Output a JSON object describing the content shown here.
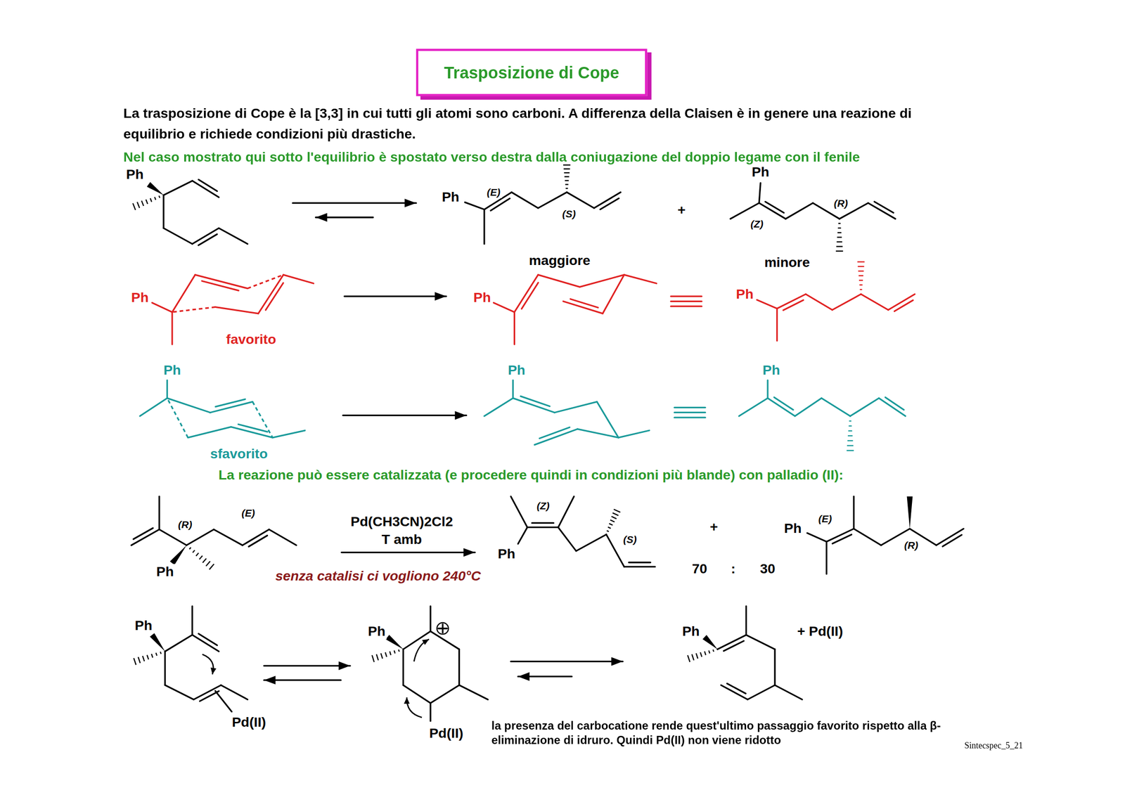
{
  "diagram": {
    "title": "Trasposizione di Cope",
    "labels": [
      "La trasposizione di Cope è la [3,3] in cui tutti gli atomi sono carboni. A differenza della Claisen è in genere una reazione di equilibrio e richiede condizioni più drastiche.",
      "Nel caso mostrato qui sotto l'equilibrio è spostato verso destra dalla coniugazione del doppio legame con il fenile",
      "Ph",
      "Ph",
      "(E)",
      "(S)",
      "+",
      "Ph",
      "(R)",
      "(Z)",
      "maggiore",
      "minore",
      "Ph",
      "favorito",
      "Ph",
      "Ph",
      "Ph",
      "sfavorito",
      "Ph",
      "Ph",
      "La reazione può essere catalizzata (e procedere quindi in condizioni più blande) con palladio (II):",
      "(R)",
      "(E)",
      "Ph",
      "Pd(CH3CN)2Cl2",
      "T amb",
      "senza catalisi ci vogliono 240°C",
      "(Z)",
      "Ph",
      "(S)",
      "+",
      "70",
      ":",
      "30",
      "Ph",
      "(E)",
      "(R)",
      "Ph",
      "Pd(II)",
      "Ph",
      "Pd(II)",
      "Ph",
      "+ Pd(II)",
      "la presenza del carbocatione rende quest'ultimo passaggio favorito rispetto alla β-eliminazione di idruro. Quindi Pd(II) non viene ridotto",
      "Sintecspec_5_21"
    ]
  }
}
